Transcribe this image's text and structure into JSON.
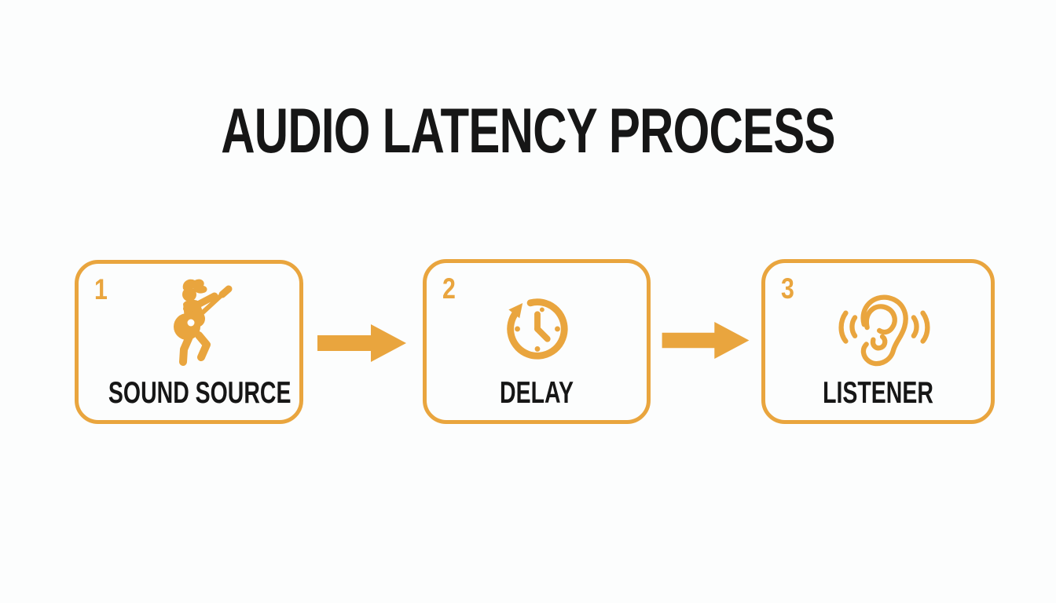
{
  "title": "AUDIO LATENCY PROCESS",
  "colors": {
    "accent": "#E9A53E",
    "ink": "#161616",
    "background": "#FCFDFD"
  },
  "steps": [
    {
      "number": "1",
      "label": "SOUND SOURCE",
      "icon": "guitar-player-icon"
    },
    {
      "number": "2",
      "label": "DELAY",
      "icon": "clock-rotation-icon"
    },
    {
      "number": "3",
      "label": "LISTENER",
      "icon": "ear-sound-waves-icon"
    }
  ],
  "connectors": [
    {
      "icon": "arrow-right-icon"
    },
    {
      "icon": "arrow-right-icon"
    }
  ]
}
